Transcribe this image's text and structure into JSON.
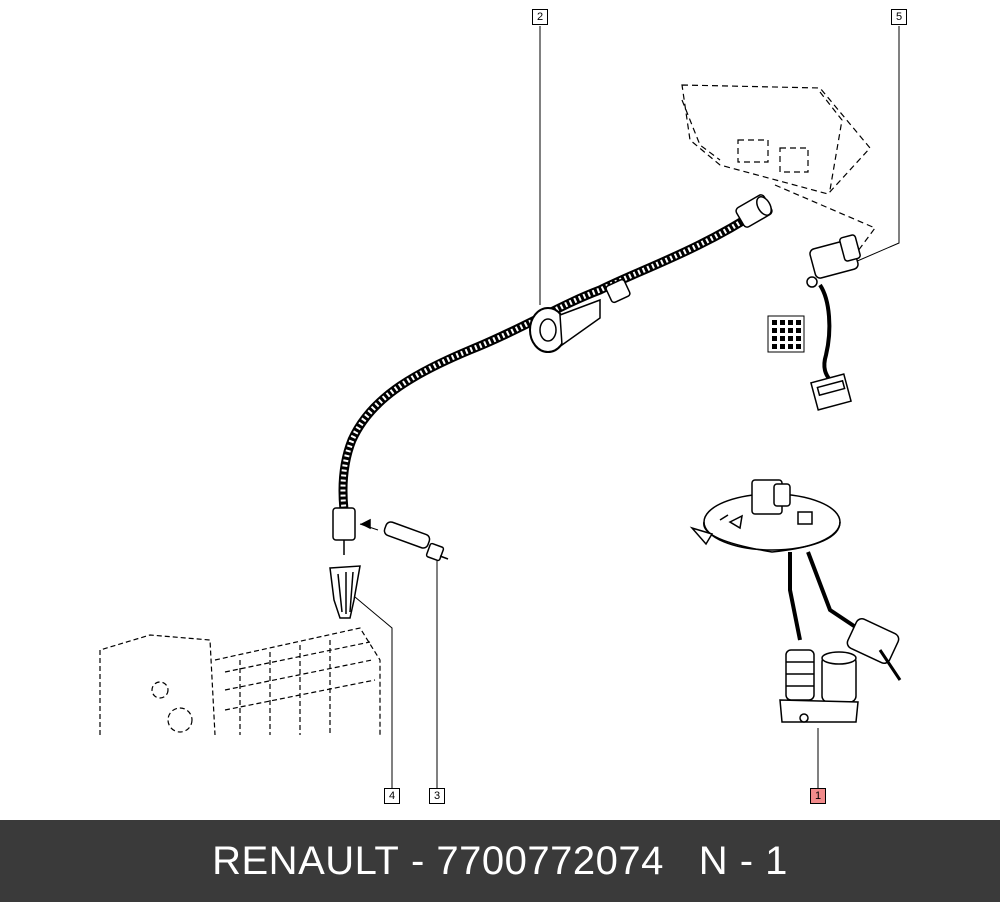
{
  "callouts": [
    {
      "id": "callout-1",
      "label": "1"
    },
    {
      "id": "callout-2",
      "label": "2"
    },
    {
      "id": "callout-3",
      "label": "3"
    },
    {
      "id": "callout-4",
      "label": "4"
    },
    {
      "id": "callout-5",
      "label": "5"
    }
  ],
  "footer": {
    "brand": "RENAULT",
    "separator1": " - ",
    "part_number": "7700772074",
    "gap": "   ",
    "position_code": "N - 1"
  },
  "colors": {
    "line": "#000000",
    "highlight": "#f28b8b",
    "footer_bg": "#3a3a3a",
    "footer_text": "#ffffff"
  }
}
